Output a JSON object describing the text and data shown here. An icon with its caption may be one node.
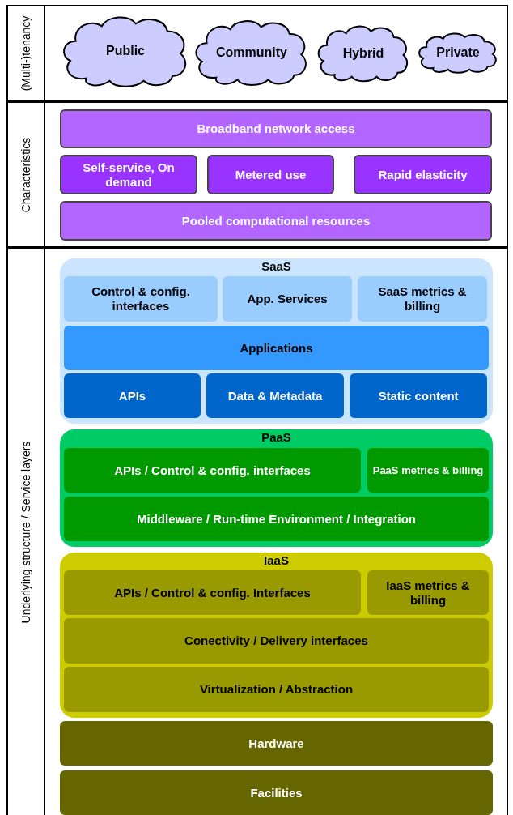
{
  "diagram": {
    "nodes": [
      {
        "text": [
          "(Multi-)tenancy"
        ]
      },
      {
        "text": [
          "Public"
        ],
        "in": 0
      },
      {
        "text": [
          "Community"
        ],
        "in": 0
      },
      {
        "text": [
          "Hybrid"
        ],
        "in": 0
      },
      {
        "text": [
          "Private"
        ],
        "in": 0
      },
      {
        "text": [
          "Characteristics"
        ]
      },
      {
        "text": [
          "Broadband network access"
        ],
        "in": 5
      },
      {
        "text": [
          "Self-service, On demand"
        ],
        "in": 5
      },
      {
        "text": [
          "Metered use"
        ],
        "in": 5
      },
      {
        "text": [
          "Rapid elasticity"
        ],
        "in": 5
      },
      {
        "text": [
          "Pooled computational resources"
        ],
        "in": 5
      },
      {
        "text": [
          "Underlying structure / Service layers"
        ]
      },
      {
        "text": [
          "SaaS"
        ],
        "in": 11
      },
      {
        "text": [
          "Control & config. interfaces"
        ],
        "in": 12
      },
      {
        "text": [
          "App. Services"
        ],
        "in": 12
      },
      {
        "text": [
          "SaaS metrics & billing"
        ],
        "in": 12
      },
      {
        "text": [
          "Applications"
        ],
        "in": 12
      },
      {
        "text": [
          "APIs"
        ],
        "in": 12
      },
      {
        "text": [
          "Data & Metadata"
        ],
        "in": 12
      },
      {
        "text": [
          "Static content"
        ],
        "in": 12
      },
      {
        "text": [
          "PaaS"
        ],
        "in": 11
      },
      {
        "text": [
          "APIs / Control & config. interfaces"
        ],
        "in": 20
      },
      {
        "text": [
          "PaaS metrics & billing"
        ],
        "in": 20
      },
      {
        "text": [
          "Middleware / Run-time Environment / Integration"
        ],
        "in": 20
      },
      {
        "text": [
          "IaaS"
        ],
        "in": 11
      },
      {
        "text": [
          "APIs / Control & config. Interfaces"
        ],
        "in": 24
      },
      {
        "text": [
          "IaaS metrics & billing"
        ],
        "in": 24
      },
      {
        "text": [
          "Conectivity / Delivery interfaces"
        ],
        "in": 24
      },
      {
        "text": [
          "Virtualization / Abstraction"
        ],
        "in": 24
      },
      {
        "text": [
          "Hardware"
        ],
        "in": 11
      },
      {
        "text": [
          "Facilities"
        ],
        "in": 11
      }
    ]
  }
}
